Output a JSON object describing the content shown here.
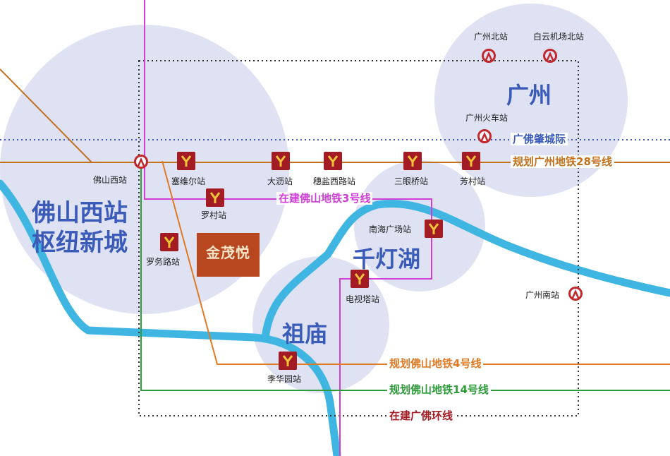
{
  "areas": {
    "guangzhou": "广州",
    "foshan_west_line1": "佛山西站",
    "foshan_west_line2": "枢纽新城",
    "qiandenghu": "千灯湖",
    "zumiao": "祖庙"
  },
  "stations": {
    "guangzhou_north": "广州北站",
    "baiyun_airport_north": "白云机场北站",
    "guangzhou_railway": "广州火车站",
    "foshan_west": "佛山西站",
    "saiweier": "塞维尔站",
    "luocun": "罗村站",
    "luowu_road": "罗务路站",
    "dali": "大沥站",
    "suiyan_west_road": "穗盐西路站",
    "sanyanqiao": "三眼桥站",
    "fangcun": "芳村站",
    "nanhai_square": "南海广场站",
    "tv_tower": "电视塔站",
    "jihuayuan": "季华园站",
    "guangzhou_south": "广州南站"
  },
  "lines": {
    "gf_zhaocheng": "广佛肇城际",
    "gz_metro_28": "规划广州地铁28号线",
    "fs_metro_3": "在建佛山地铁3号线",
    "fs_metro_4": "规划佛山地铁4号线",
    "fs_metro_14": "规划佛山地铁14号线",
    "gf_ring": "在建广佛环线"
  },
  "project_logo": "金茂悦",
  "colors": {
    "metro_icon": "#a31b23",
    "rail_icon": "#c0282d",
    "area_circle": "#dfe2f3",
    "area_text": "#3b5bb8",
    "line_28": "#c2711d",
    "line_3": "#cf3fd6",
    "line_4": "#e07a25",
    "line_14": "#2e9c3b",
    "ring": "#a31b23",
    "river": "#3fb6e2",
    "gf_zhaocheng": "#3b5bb8"
  }
}
